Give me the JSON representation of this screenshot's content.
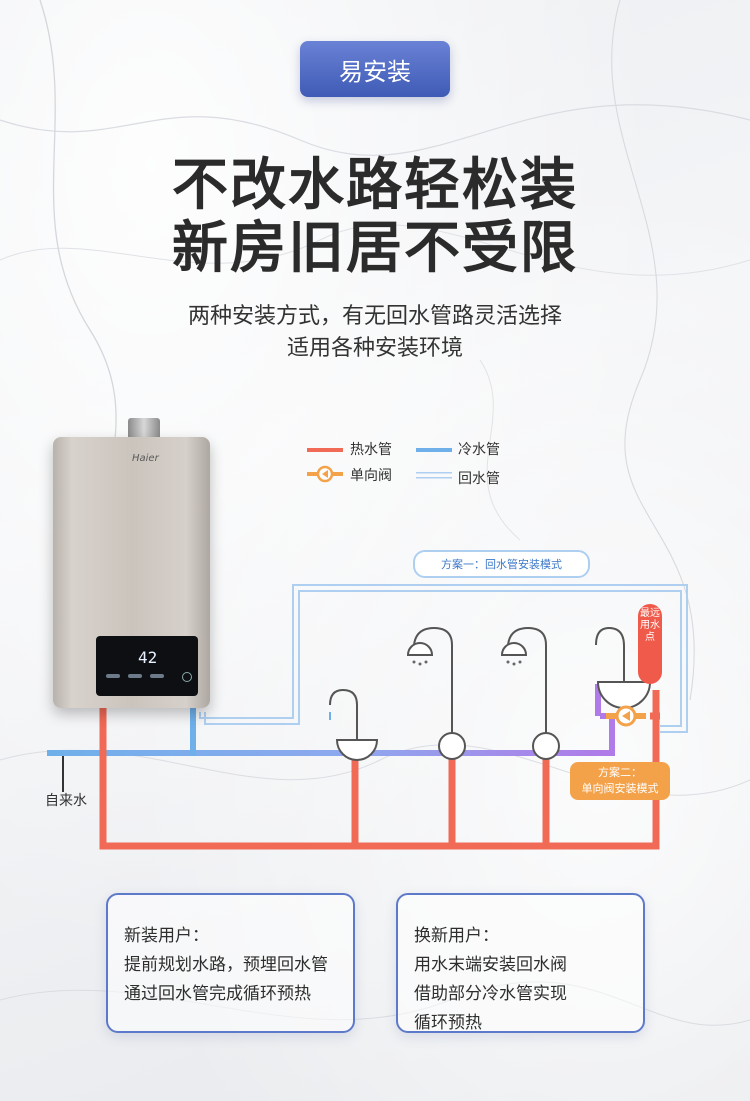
{
  "badge": "易安装",
  "headline": {
    "line1": "不改水路轻松装",
    "line2": "新房旧居不受限"
  },
  "description": {
    "line1": "两种安装方式，有无回水管路灵活选择",
    "line2": "适用各种安装环境"
  },
  "product": {
    "brand": "Haier",
    "display_value": "42"
  },
  "legend": {
    "hot": "热水管",
    "cold": "冷水管",
    "valve": "单向阀",
    "return": "回水管",
    "colors": {
      "hot": "#f06a55",
      "cold": "#6fb0ea",
      "valve": "#f4a24a",
      "return": "#aecff0"
    }
  },
  "diagram": {
    "plan1_label": "方案一：回水管安装模式",
    "plan2_line1": "方案二：",
    "plan2_line2": "单向阀安装模式",
    "bubble_text": "最远用水点",
    "tap_label": "自来水"
  },
  "cards": [
    {
      "heading": "新装用户：",
      "lines": [
        "提前规划水路，预埋回水管",
        "通过回水管完成循环预热"
      ]
    },
    {
      "heading": "换新用户：",
      "lines": [
        "用水末端安装回水阀",
        "借助部分冷水管实现",
        "循环预热"
      ]
    }
  ]
}
